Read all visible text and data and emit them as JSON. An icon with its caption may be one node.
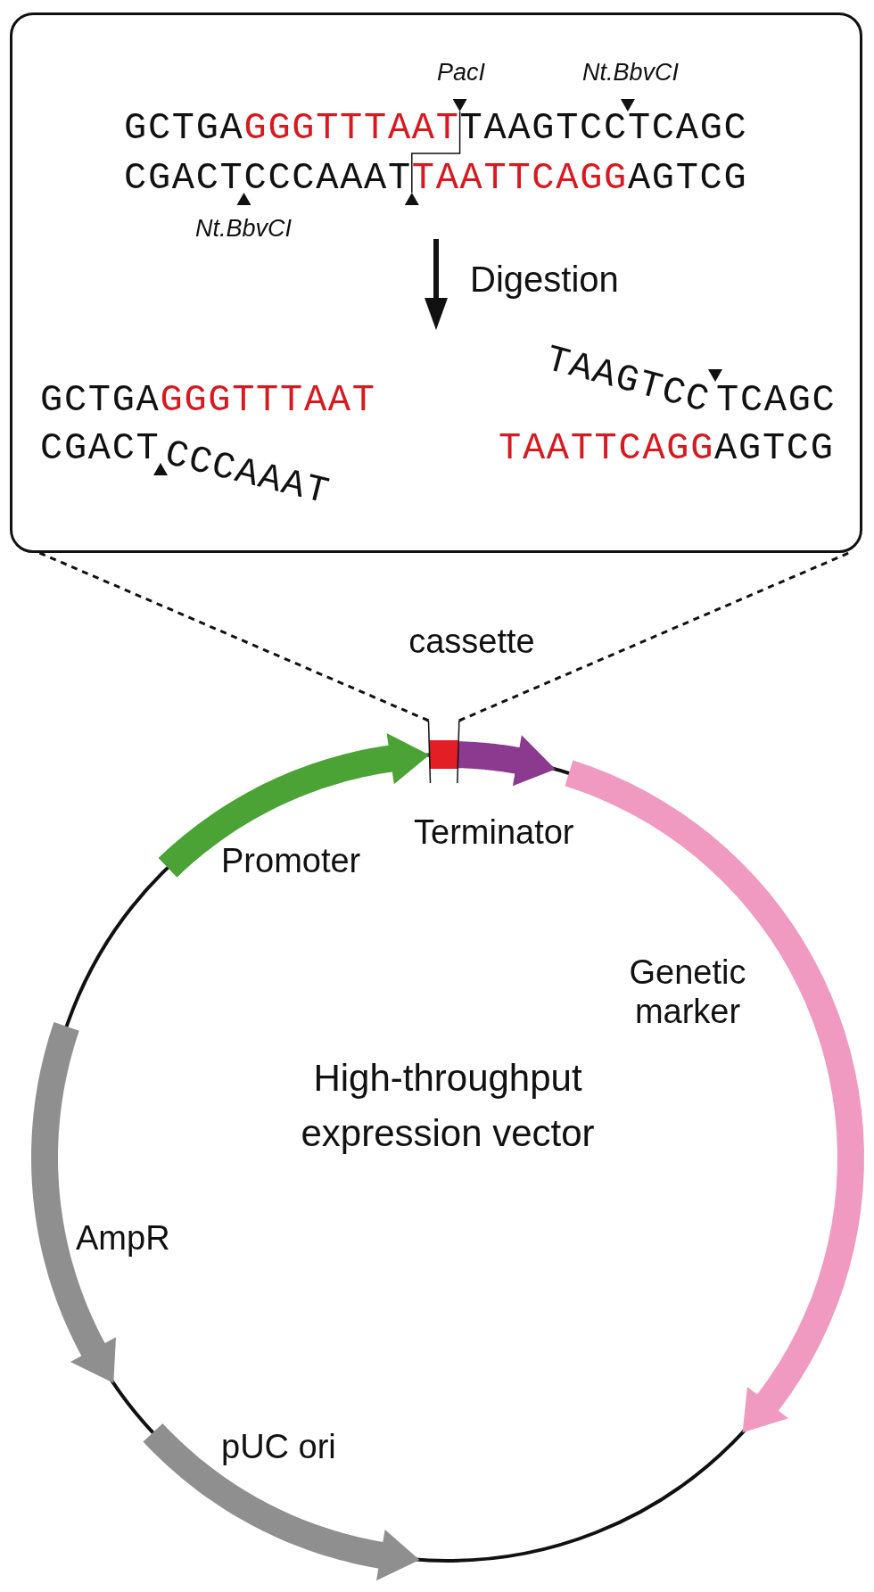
{
  "diagram": {
    "nodes": [
      {
        "text": [],
        "shape": "box"
      },
      {
        "text": [],
        "shape": "box",
        "beside": [
          "cassette"
        ]
      }
    ],
    "edges": [
      {
        "from": 1,
        "to": 0,
        "arrow": "none",
        "style": "dashed"
      },
      {
        "from": 1,
        "to": 0,
        "arrow": "none",
        "style": "dashed"
      }
    ],
    "labels": [
      "PacI",
      "Nt.BbvCI",
      "GCTGA",
      "GGGTTTAAT",
      "TAAGTCCTCAGC",
      "CGACTCCCAAAT",
      "TAATTCAGG",
      "AGTCG",
      "Nt.BbvCI",
      "Digestion",
      "GCTGA",
      "GGGTTTAAT",
      "TAAGTCC",
      "TCAGC",
      "CGACT",
      "CCCAAAT",
      "TAATTCAGG",
      "AGTCG",
      "Terminator",
      "Promoter",
      "Genetic marker",
      "High-throughput expression vector",
      "AmpR",
      "pUC ori"
    ]
  }
}
